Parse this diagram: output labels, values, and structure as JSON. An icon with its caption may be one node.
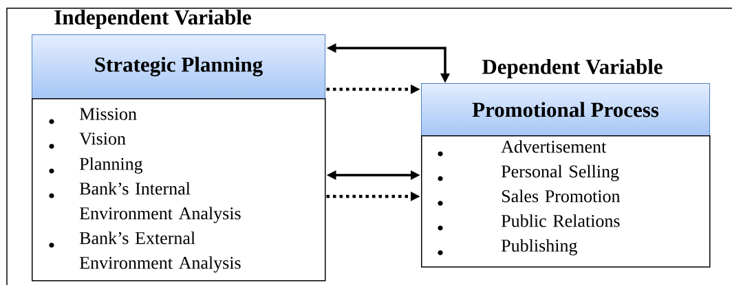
{
  "diagram": {
    "nodes": [
      {
        "text": [
          "Independent Variable",
          "Strategic Planning"
        ]
      },
      {
        "text": [
          "Mission",
          "Vision",
          "Planning",
          "Bank’s Internal Environment Analysis",
          "Bank’s External Environment Analysis"
        ]
      },
      {
        "text": [
          "Dependent Variable",
          "Promotional Process"
        ]
      },
      {
        "text": [
          "Advertisement",
          "Personal Selling",
          "Sales Promotion",
          "Public Relations",
          "Publishing"
        ]
      }
    ],
    "edges": [
      {
        "from": 0,
        "to": 2,
        "arrow": "both"
      },
      {
        "from": 0,
        "to": 2,
        "arrow": "to",
        "style": "dashed"
      },
      {
        "from": 1,
        "to": 3,
        "arrow": "both"
      },
      {
        "from": 1,
        "to": 3,
        "arrow": "to",
        "style": "dashed"
      }
    ]
  }
}
